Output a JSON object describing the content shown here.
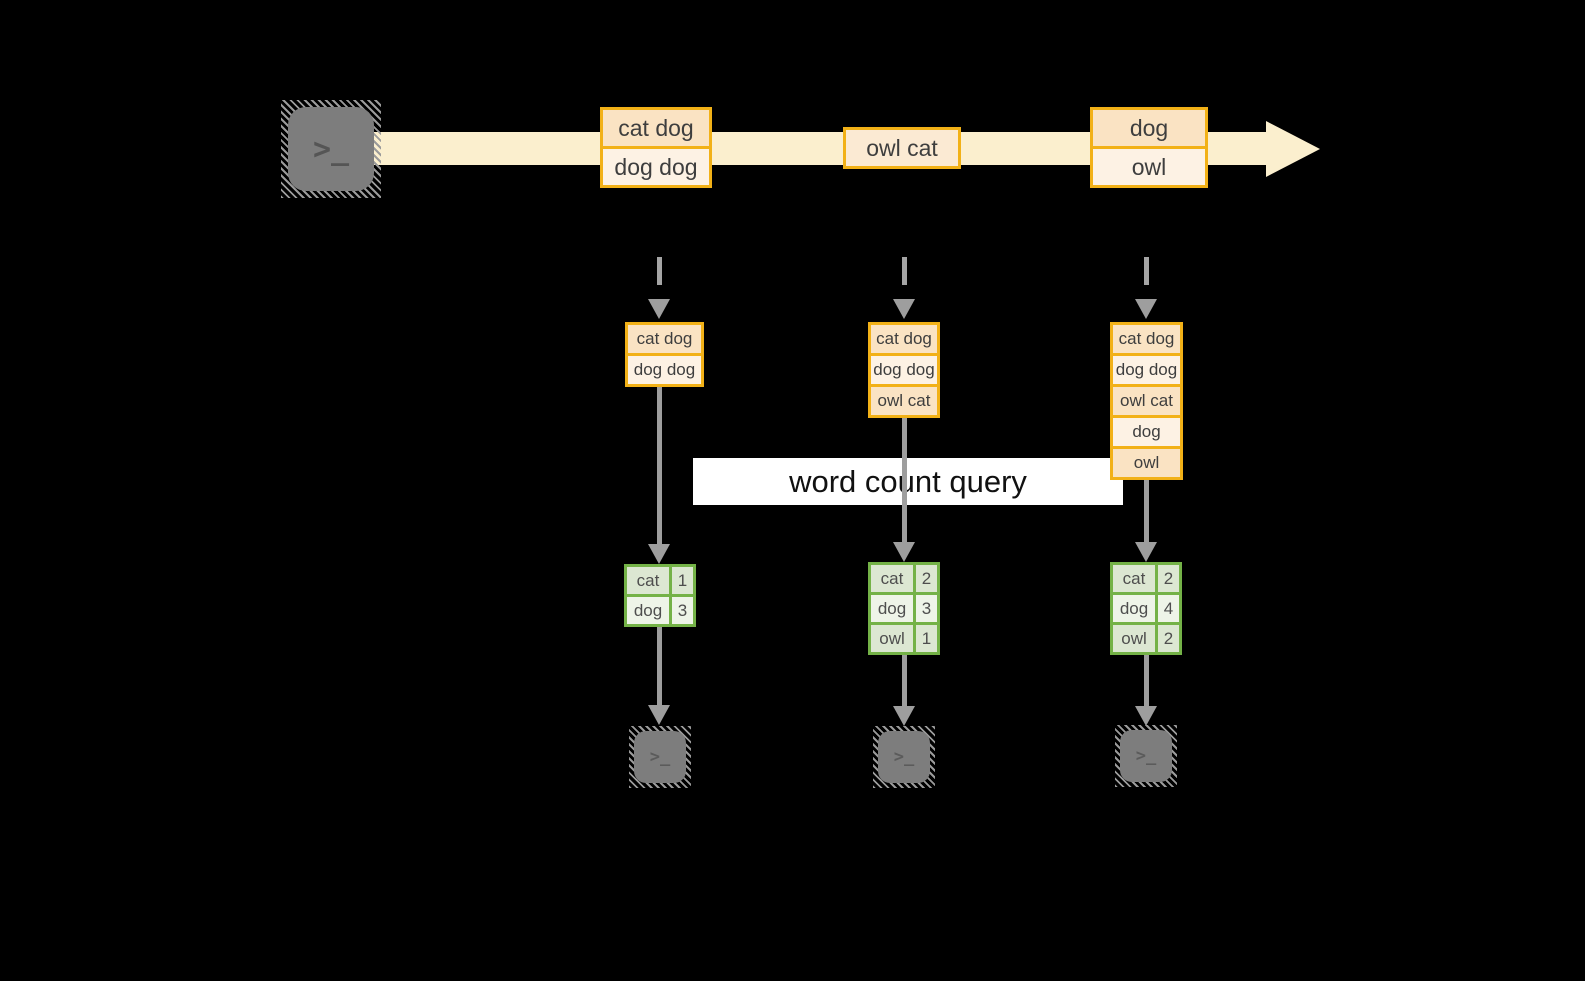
{
  "query": {
    "label": "word count query"
  },
  "icons": {
    "terminal_prompt": ">_"
  },
  "stream_batches": [
    {
      "rows": [
        "cat dog",
        "dog dog"
      ]
    },
    {
      "rows": [
        "owl cat"
      ]
    },
    {
      "rows": [
        "dog",
        "owl"
      ]
    }
  ],
  "states": [
    {
      "rows": [
        "cat dog",
        "dog dog"
      ]
    },
    {
      "rows": [
        "cat dog",
        "dog dog",
        "owl cat"
      ]
    },
    {
      "rows": [
        "cat dog",
        "dog dog",
        "owl cat",
        "dog",
        "owl"
      ]
    }
  ],
  "results": [
    {
      "rows": [
        {
          "word": "cat",
          "count": "1"
        },
        {
          "word": "dog",
          "count": "3"
        }
      ]
    },
    {
      "rows": [
        {
          "word": "cat",
          "count": "2"
        },
        {
          "word": "dog",
          "count": "3"
        },
        {
          "word": "owl",
          "count": "1"
        }
      ]
    },
    {
      "rows": [
        {
          "word": "cat",
          "count": "2"
        },
        {
          "word": "dog",
          "count": "4"
        },
        {
          "word": "owl",
          "count": "2"
        }
      ]
    }
  ],
  "colors": {
    "background": "#000000",
    "stream_band": "#fbefce",
    "orange_border": "#f2b117",
    "peach_fill": "#fae3c3",
    "cream_fill": "#fdf2e4",
    "owl_cat_fill": "#fbead3",
    "green_border": "#74b247",
    "green_cell_dark": "#dce7d2",
    "green_cell_light": "#eef4e8",
    "arrow_gray": "#9e9e9e",
    "terminal_gray": "#7d7d7d",
    "query_band_bg": "#ffffff"
  }
}
